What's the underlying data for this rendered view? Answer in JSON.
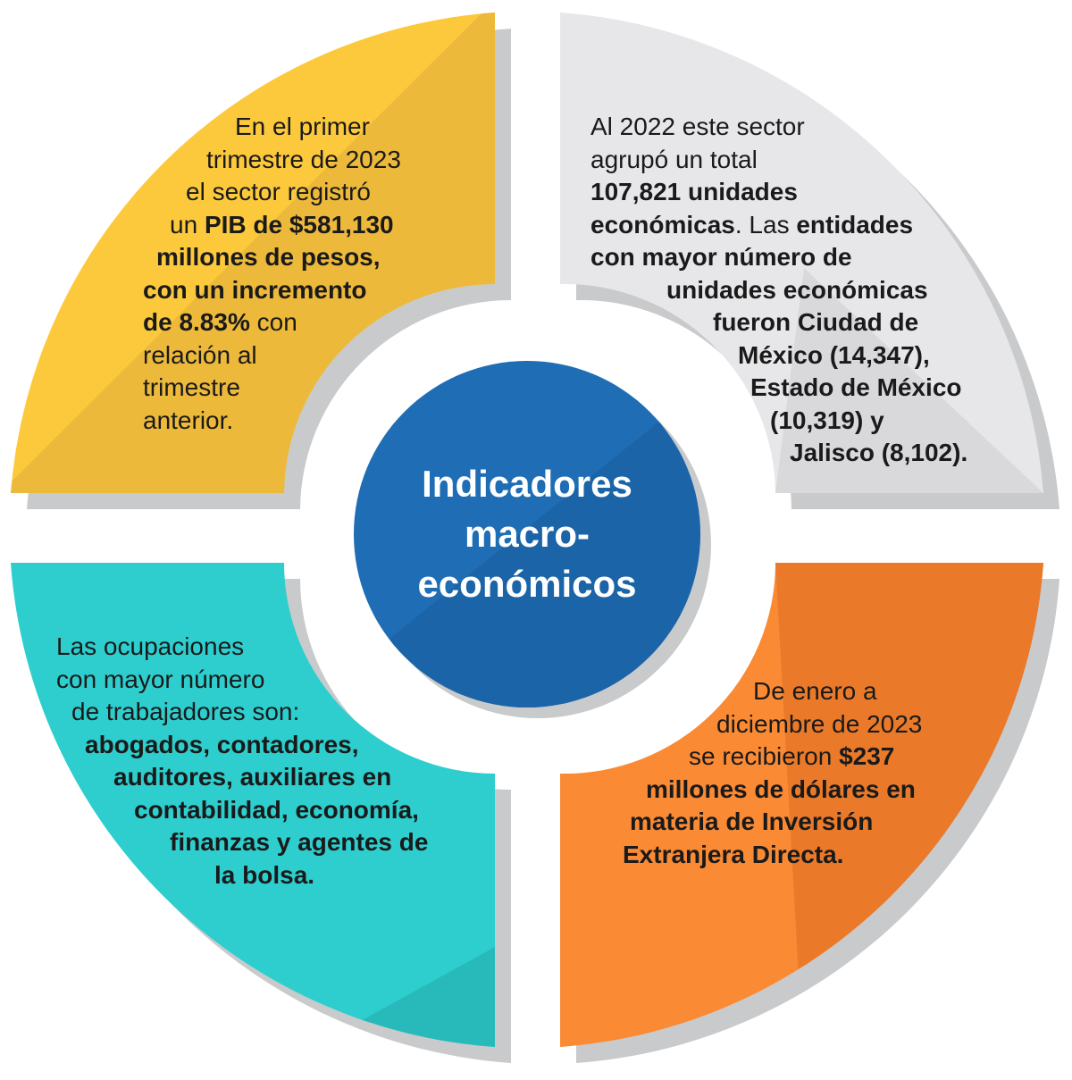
{
  "colors": {
    "top_left": "#FDC93C",
    "top_left_shade": "#EDB93A",
    "top_right": "#E7E7E9",
    "top_right_shade": "#D9D9DC",
    "bottom_left": "#2ECECE",
    "bottom_left_shade": "#28BABB",
    "bottom_right": "#FA8A34",
    "bottom_right_shade": "#EA7A2A",
    "center": "#1E6DB5",
    "center_dark": "#1A5C9C",
    "shadow": "#C9CACC"
  },
  "center": {
    "title_lines": [
      "Indicadores",
      "macro-",
      "económicos"
    ]
  },
  "quadrants": {
    "top_left": {
      "lines": [
        [
          {
            "t": "En el primer",
            "b": false
          }
        ],
        [
          {
            "t": "trimestre de 2023",
            "b": false
          }
        ],
        [
          {
            "t": "el sector registró",
            "b": false
          }
        ],
        [
          {
            "t": "un ",
            "b": false
          },
          {
            "t": "PIB de $581,130",
            "b": true
          }
        ],
        [
          {
            "t": "millones de pesos,",
            "b": true
          }
        ],
        [
          {
            "t": "con un incremento",
            "b": true
          }
        ],
        [
          {
            "t": "de 8.83%",
            "b": true
          },
          {
            "t": " con",
            "b": false
          }
        ],
        [
          {
            "t": "relación al",
            "b": false
          }
        ],
        [
          {
            "t": "trimestre",
            "b": false
          }
        ],
        [
          {
            "t": "anterior.",
            "b": false
          }
        ]
      ]
    },
    "top_right": {
      "lines": [
        [
          {
            "t": "Al 2022 este sector",
            "b": false
          }
        ],
        [
          {
            "t": "agrupó un total",
            "b": false
          }
        ],
        [
          {
            "t": "107,821 unidades",
            "b": true
          }
        ],
        [
          {
            "t": "económicas",
            "b": true
          },
          {
            "t": ". Las ",
            "b": false
          },
          {
            "t": "entidades",
            "b": true
          }
        ],
        [
          {
            "t": "con mayor número de",
            "b": true
          }
        ],
        [
          {
            "t": "unidades económicas",
            "b": true
          }
        ],
        [
          {
            "t": "fueron Ciudad de",
            "b": true
          }
        ],
        [
          {
            "t": "México (14,347),",
            "b": true
          }
        ],
        [
          {
            "t": "Estado de México",
            "b": true
          }
        ],
        [
          {
            "t": "(10,319) y",
            "b": true
          }
        ],
        [
          {
            "t": "Jalisco (8,102).",
            "b": true
          }
        ]
      ]
    },
    "bottom_left": {
      "lines": [
        [
          {
            "t": "Las ocupaciones",
            "b": false
          }
        ],
        [
          {
            "t": "con mayor número",
            "b": false
          }
        ],
        [
          {
            "t": "de trabajadores son:",
            "b": false
          }
        ],
        [
          {
            "t": "abogados, contadores,",
            "b": true
          }
        ],
        [
          {
            "t": "auditores, auxiliares en",
            "b": true
          }
        ],
        [
          {
            "t": "contabilidad, economía,",
            "b": true
          }
        ],
        [
          {
            "t": "finanzas y agentes de",
            "b": true
          }
        ],
        [
          {
            "t": "la bolsa.",
            "b": true
          }
        ]
      ]
    },
    "bottom_right": {
      "lines": [
        [
          {
            "t": "De enero a",
            "b": false
          }
        ],
        [
          {
            "t": "diciembre de 2023",
            "b": false
          }
        ],
        [
          {
            "t": "se recibieron ",
            "b": false
          },
          {
            "t": "$237",
            "b": true
          }
        ],
        [
          {
            "t": "millones de dólares en",
            "b": true
          }
        ],
        [
          {
            "t": "materia de Inversión",
            "b": true
          }
        ],
        [
          {
            "t": "Extranjera Directa.",
            "b": true
          }
        ]
      ]
    }
  }
}
